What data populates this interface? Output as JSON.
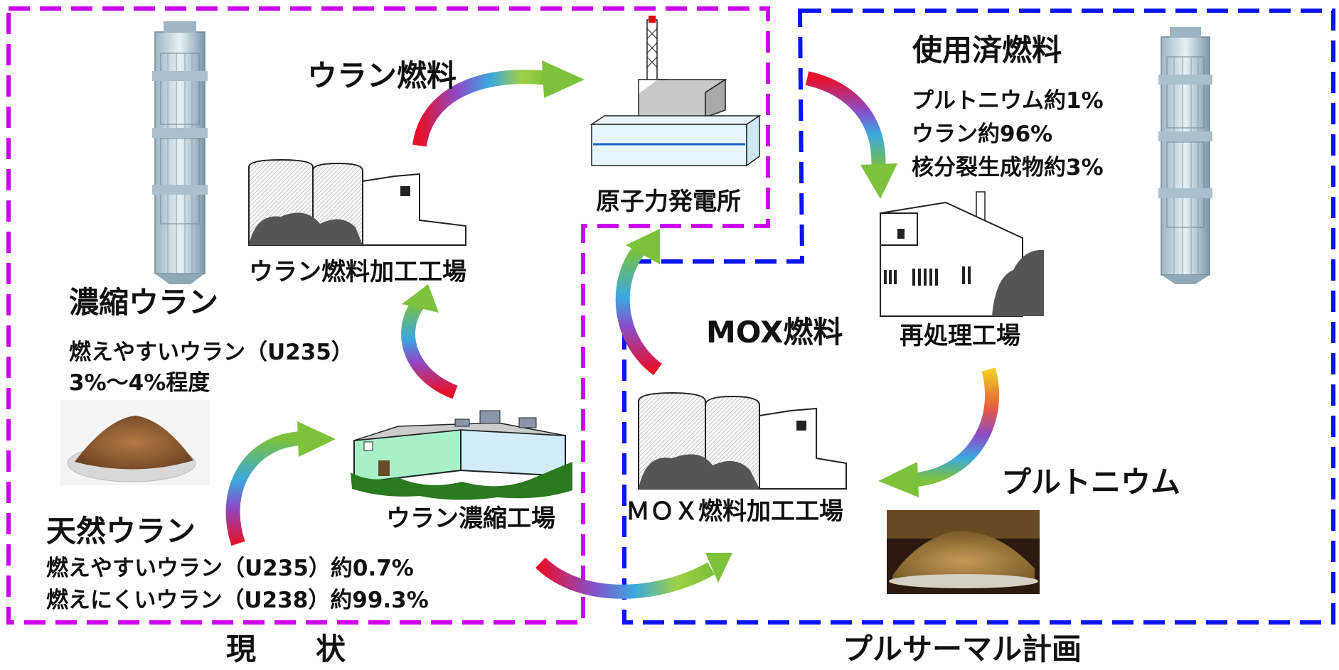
{
  "labels": {
    "uranium_fuel": "ウラン燃料",
    "nuclear_plant": "原子力発電所",
    "spent_fuel": "使用済燃料",
    "spent_line1": "プルトニウム約1%",
    "spent_line2": "ウラン約96%",
    "spent_line3": "核分裂生成物約3%",
    "fuel_plant": "ウラン燃料加工工場",
    "enriched_uranium": "濃縮ウラン",
    "enriched_line1": "燃えやすいウラン（U235）",
    "enriched_line2": "3%～4%程度",
    "mox_fuel": "MOX燃料",
    "reprocessing_plant": "再処理工場",
    "enrichment_plant": "ウラン濃縮工場",
    "mox_plant": "ＭＯＸ燃料加工工場",
    "plutonium": "プルトニウム",
    "natural_uranium": "天然ウラン",
    "natural_line1": "燃えやすいウラン（U235）約0.7%",
    "natural_line2": "燃えにくいウラン（U238）約99.3%",
    "current": "現　　状",
    "pluthermal": "プルサーマル計画"
  },
  "colors": {
    "current_border": "#cc00ee",
    "pluthermal_border": "#0a14ee",
    "arrow_gradient": [
      "#e8102a",
      "#8a4cc8",
      "#3aa8e0",
      "#9fd044",
      "#7cc23a"
    ]
  },
  "icons": [
    "fuel-assembly-icon",
    "fuel-factory-icon",
    "power-plant-icon",
    "reprocessing-plant-icon",
    "enrichment-plant-icon",
    "mox-factory-icon",
    "uranium-powder-photo",
    "plutonium-powder-photo"
  ]
}
